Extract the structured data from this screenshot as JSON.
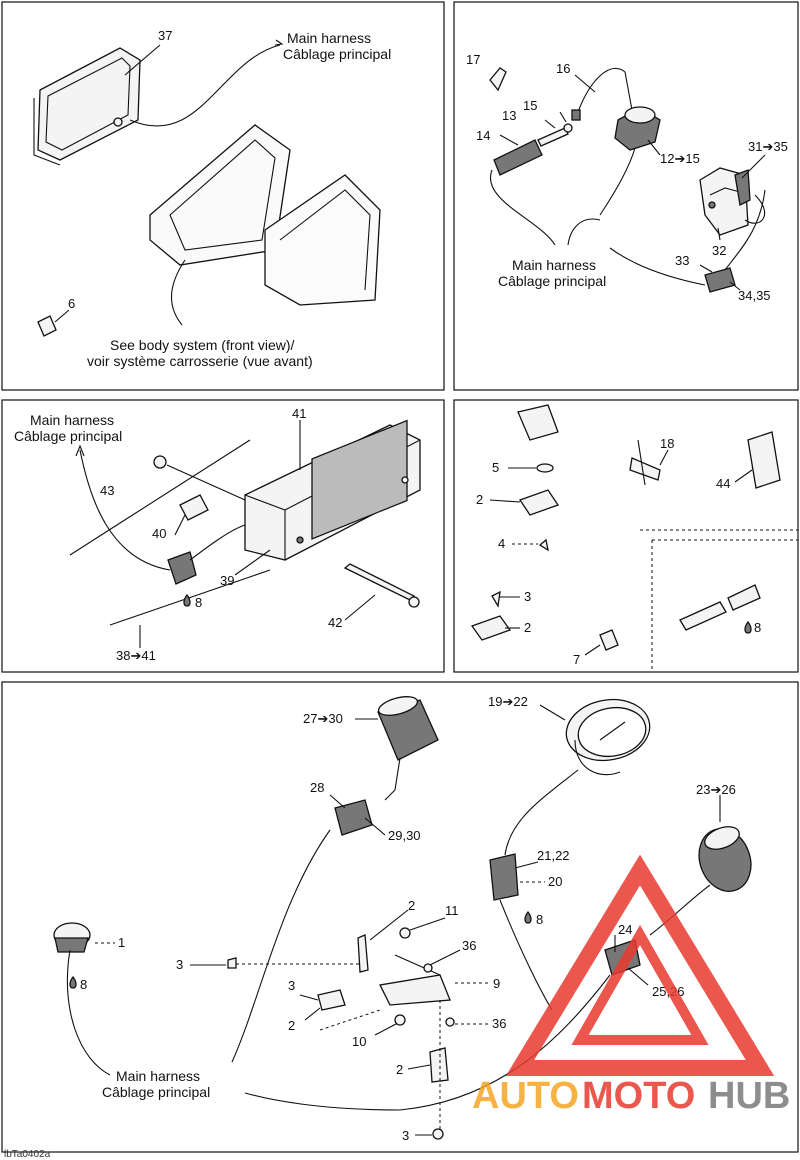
{
  "panels": {
    "headlight": {
      "items": [
        "37",
        "6"
      ],
      "harness_line1": "Main harness",
      "harness_line2": "Câblage principal",
      "body_line1": "See body system (front view)/",
      "body_line2": "voir système carrosserie (vue avant)"
    },
    "switches": {
      "items": [
        "17",
        "16",
        "13",
        "15",
        "14",
        "12➔15",
        "31➔35",
        "32",
        "33",
        "34,35"
      ],
      "harness_line1": "Main harness",
      "harness_line2": "Câblage principal"
    },
    "taillight": {
      "items": [
        "41",
        "43",
        "40",
        "39",
        "8",
        "42",
        "38➔41"
      ],
      "harness_line1": "Main harness",
      "harness_line2": "Câblage principal"
    },
    "hardware": {
      "items": [
        "5",
        "2",
        "4",
        "3",
        "2",
        "7",
        "18",
        "44",
        "8"
      ]
    },
    "gauges": {
      "items": [
        "27➔30",
        "28",
        "29,30",
        "19➔22",
        "23➔26",
        "21,22",
        "20",
        "8",
        "1",
        "8",
        "2",
        "11",
        "36",
        "3",
        "9",
        "3",
        "2",
        "10",
        "36",
        "24",
        "25,26",
        "2",
        "3"
      ],
      "harness_line1": "Main harness",
      "harness_line2": "Câblage principal"
    }
  },
  "figure_code": "lbTa0402a",
  "watermark": {
    "part1": "AUTO",
    "part2": "MOTO",
    "part3": "HUB",
    "color_orange": "#f5a623",
    "color_red": "#e8392f",
    "color_grey": "#7a7a7a"
  }
}
